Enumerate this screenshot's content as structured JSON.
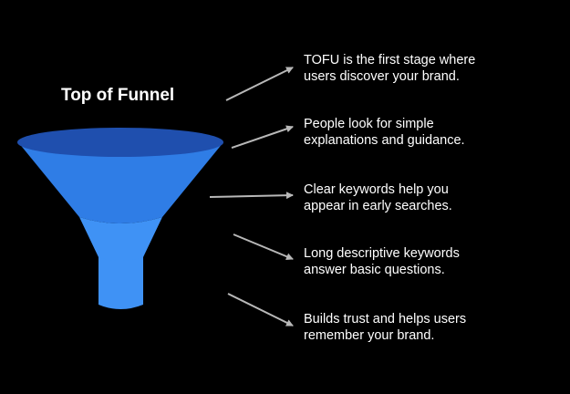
{
  "diagram": {
    "title": "Top of Funnel",
    "colors": {
      "background": "#000000",
      "text": "#ffffff",
      "funnel_rim": "#1f4fae",
      "funnel_upper": "#2f7de6",
      "funnel_lower": "#3f92f5",
      "arrow": "#cccccc"
    },
    "notes": [
      {
        "line1": "TOFU is the first stage where",
        "line2": "users discover your brand."
      },
      {
        "line1": "People look for simple",
        "line2": "explanations and guidance."
      },
      {
        "line1": "Clear keywords help you",
        "line2": "appear in early searches."
      },
      {
        "line1": "Long descriptive keywords",
        "line2": "answer basic questions."
      },
      {
        "line1": "Builds trust and helps users",
        "line2": "remember your brand."
      }
    ]
  }
}
